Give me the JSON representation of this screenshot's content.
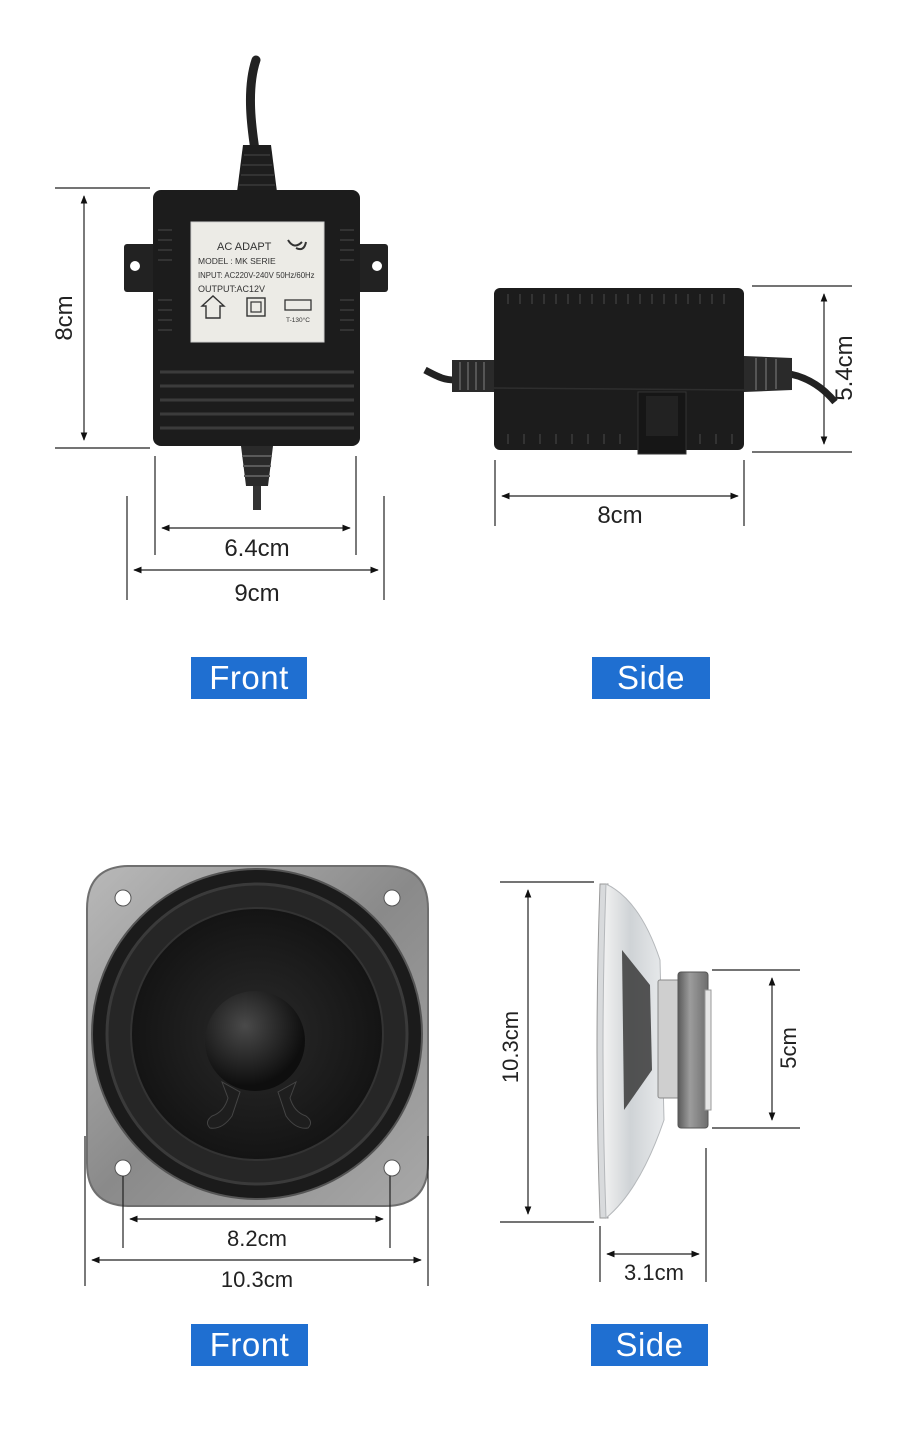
{
  "adapter": {
    "label": {
      "title": "AC  ADAPT",
      "model": "MODEL : MK SERIE",
      "input": "INPUT: AC220V-240V  50Hz/60Hz",
      "output": "OUTPUT:AC12V",
      "thermal": "T-130°C"
    },
    "front": {
      "height": "8cm",
      "inner_width": "6.4cm",
      "outer_width": "9cm",
      "badge": "Front"
    },
    "side": {
      "height": "5.4cm",
      "width": "8cm",
      "badge": "Side"
    }
  },
  "speaker": {
    "front": {
      "hole_spacing": "8.2cm",
      "width": "10.3cm",
      "badge": "Front"
    },
    "side": {
      "height": "10.3cm",
      "magnet": "5cm",
      "depth": "3.1cm",
      "badge": "Side"
    }
  },
  "colors": {
    "badge": "#1f6fd1",
    "adapter_body": "#1c1c1c",
    "speaker_frame": "#8f8f8f"
  }
}
